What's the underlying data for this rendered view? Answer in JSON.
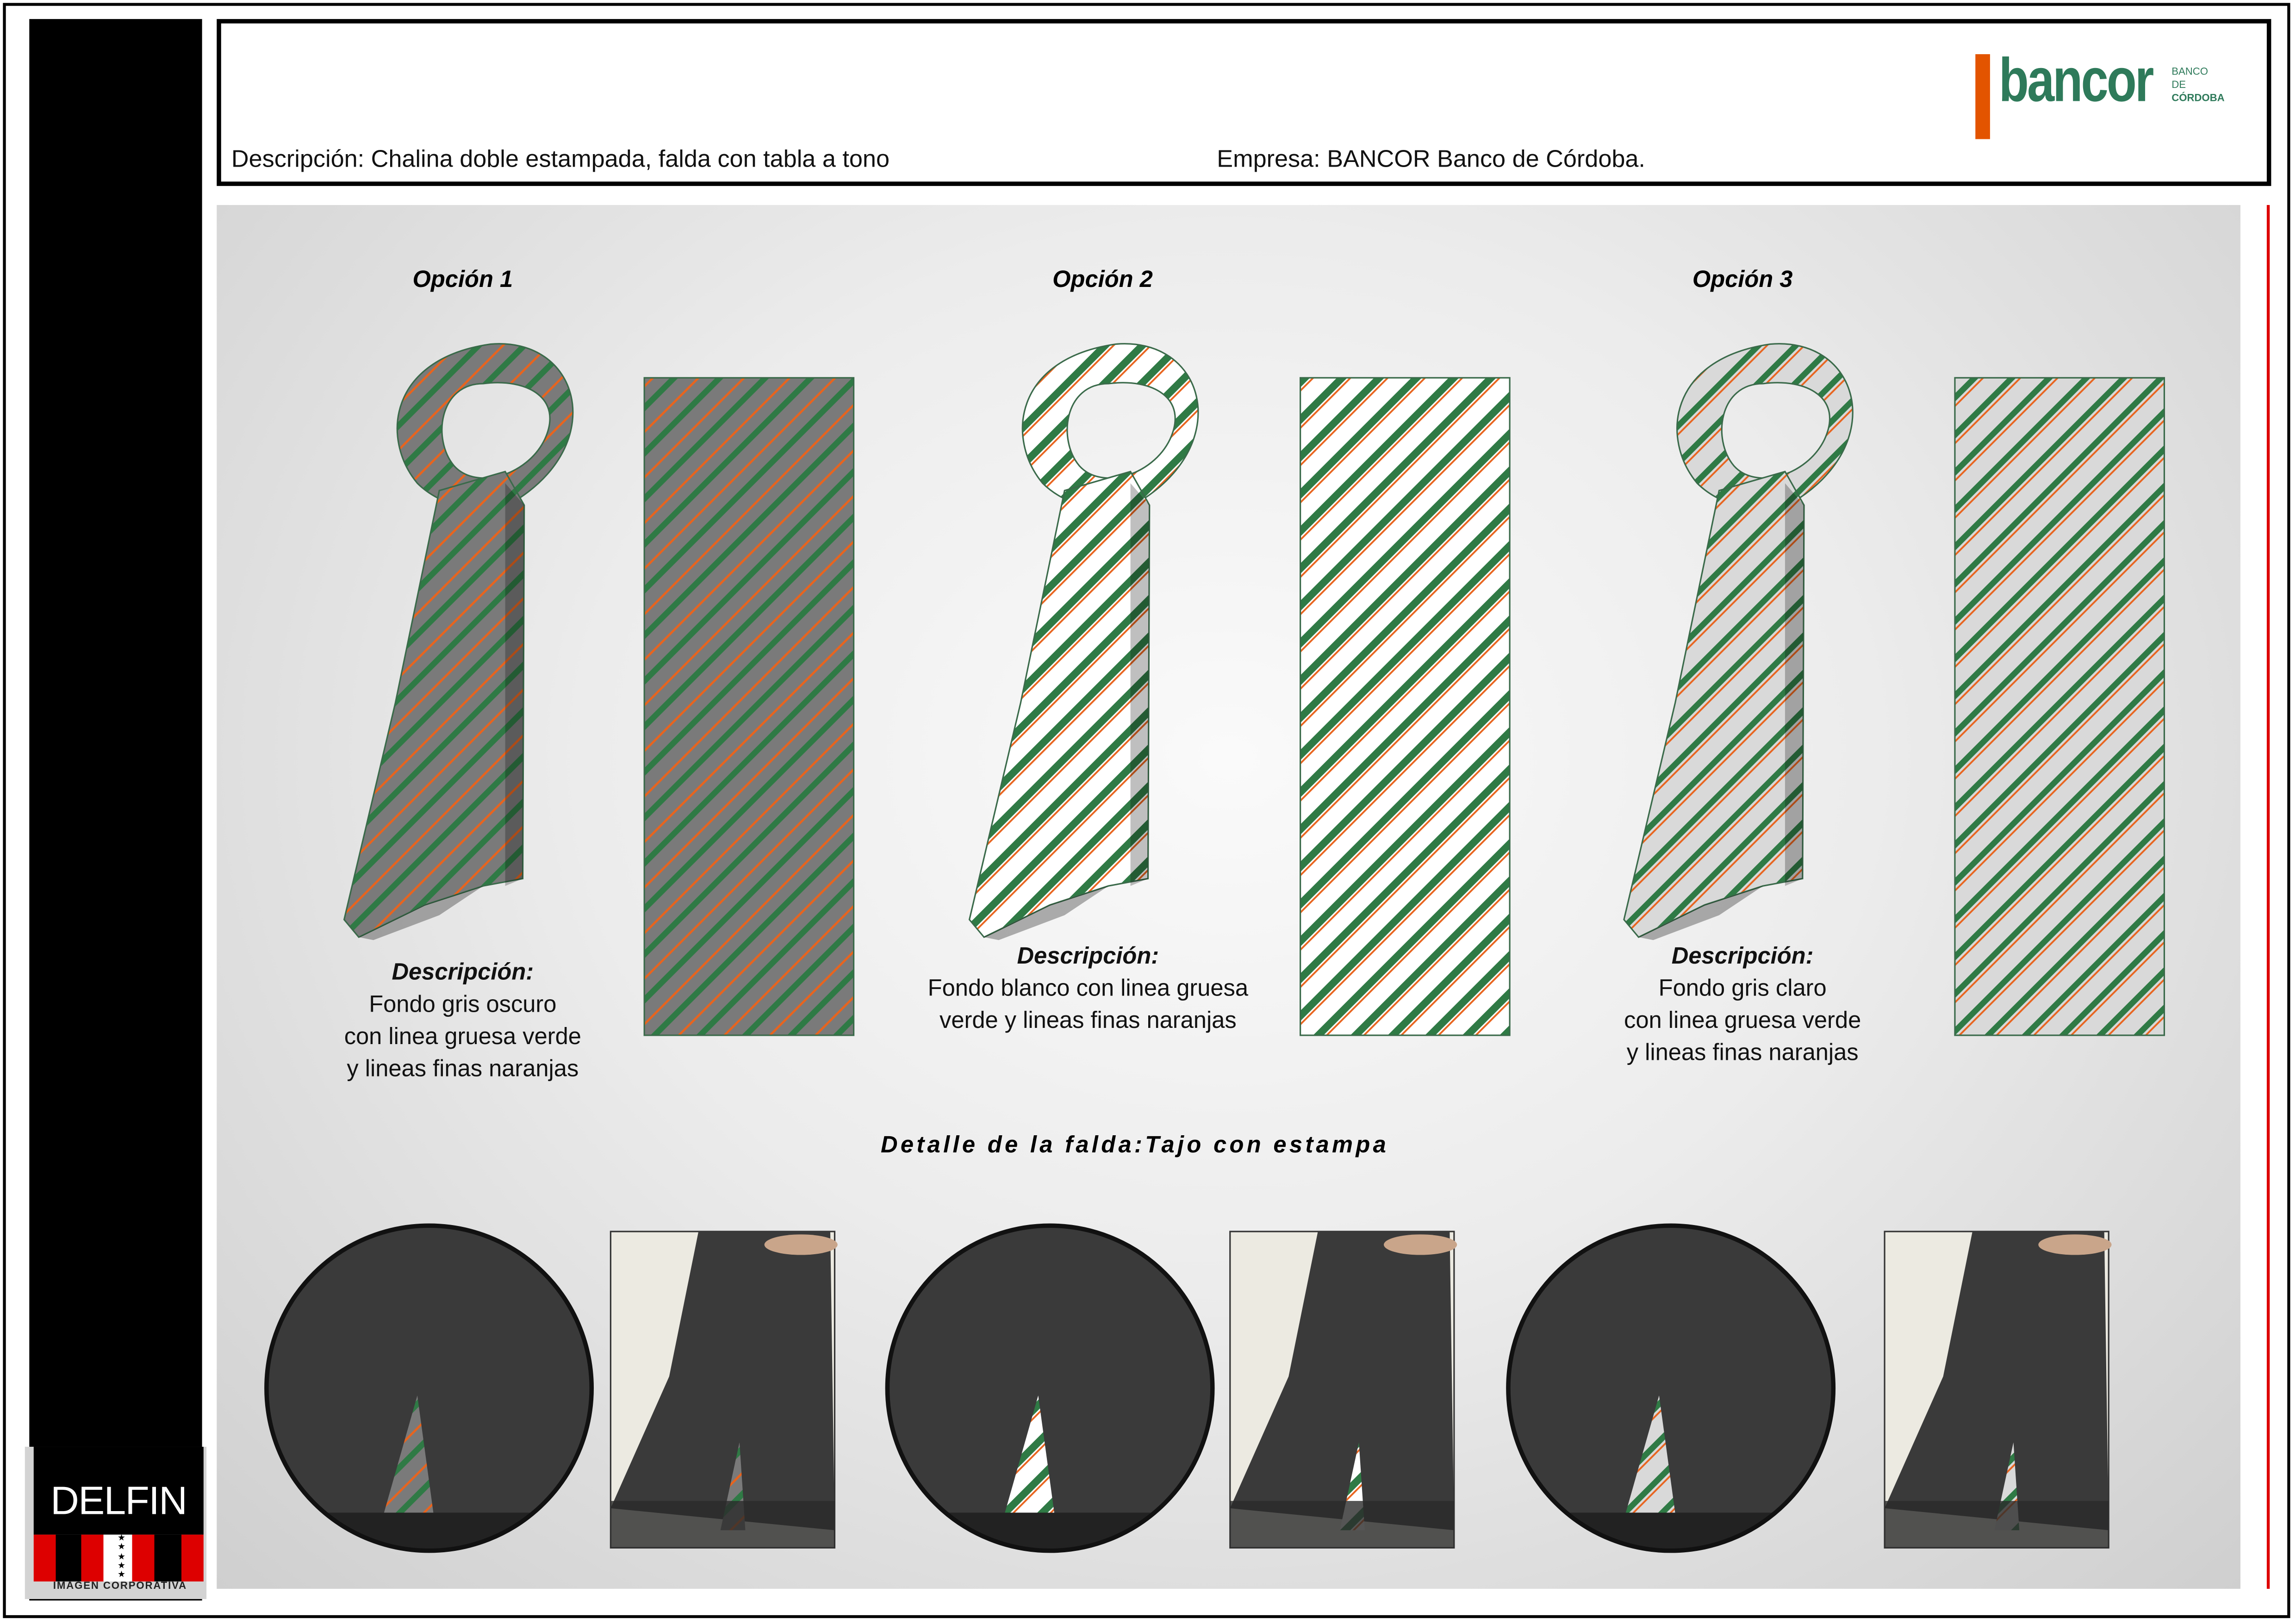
{
  "header": {
    "description": "Descripción: Chalina doble estampada, falda con tabla a tono",
    "company": "Empresa: BANCOR Banco de Córdoba.",
    "logo": {
      "name": "bancor",
      "sub": [
        "BANCO",
        "DE",
        "CÓRDOBA"
      ],
      "green": "#2e7a5a",
      "orange": "#e35400"
    }
  },
  "options": [
    {
      "title": "Opción 1",
      "desc_label": "Descripción:",
      "desc_lines": [
        "Fondo gris oscuro",
        "con linea gruesa verde",
        "y lineas finas naranjas"
      ],
      "bg": "#7a7a7a"
    },
    {
      "title": "Opción 2",
      "desc_label": "Descripción:",
      "desc_lines": [
        "Fondo blanco con linea gruesa",
        "verde y lineas finas naranjas"
      ],
      "bg": "#ffffff"
    },
    {
      "title": "Opción 3",
      "desc_label": "Descripción:",
      "desc_lines": [
        "Fondo gris claro",
        "con linea gruesa verde",
        "y lineas finas naranjas"
      ],
      "bg": "#d9d9d9"
    }
  ],
  "stripe_colors": {
    "green": "#2f7a45",
    "orange": "#e8641e"
  },
  "skirt": {
    "title": "Detalle de la falda:Tajo con estampa"
  },
  "delfin": {
    "name": "DELFIN",
    "tagline": "IMAGEN CORPORATIVA"
  }
}
